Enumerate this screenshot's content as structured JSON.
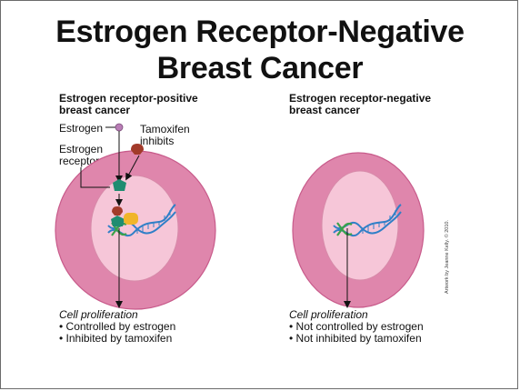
{
  "slide": {
    "title_line1": "Estrogen Receptor-Negative",
    "title_line2": "Breast Cancer"
  },
  "left_panel": {
    "title_line1": "Estrogen receptor-positive",
    "title_line2": "breast cancer",
    "labels": {
      "estrogen": "Estrogen",
      "receptor_line1": "Estrogen",
      "receptor_line2": "receptor",
      "tamoxifen_line1": "Tamoxifen",
      "tamoxifen_line2": "inhibits"
    },
    "caption": {
      "heading": "Cell proliferation",
      "line1": "• Controlled by estrogen",
      "line2": "• Inhibited by tamoxifen"
    }
  },
  "right_panel": {
    "title_line1": "Estrogen receptor-negative",
    "title_line2": "breast cancer",
    "caption": {
      "heading": "Cell proliferation",
      "line1": "• Not controlled by estrogen",
      "line2": "• Not inhibited by tamoxifen"
    }
  },
  "credit": "Artwork by Jeanne Kelly. © 2010.",
  "colors": {
    "cell_outer": "#df86ac",
    "cell_outer_stroke": "#c85b8b",
    "nucleus": "#f6c6d8",
    "nucleus_stroke": "#d78aa9",
    "estrogen": "#b97db6",
    "tamoxifen": "#a23a2a",
    "receptor": "#1f8c70",
    "coactivator": "#f0b52a",
    "dna_blue": "#2f7fc7",
    "dna_green": "#3aa14a"
  }
}
